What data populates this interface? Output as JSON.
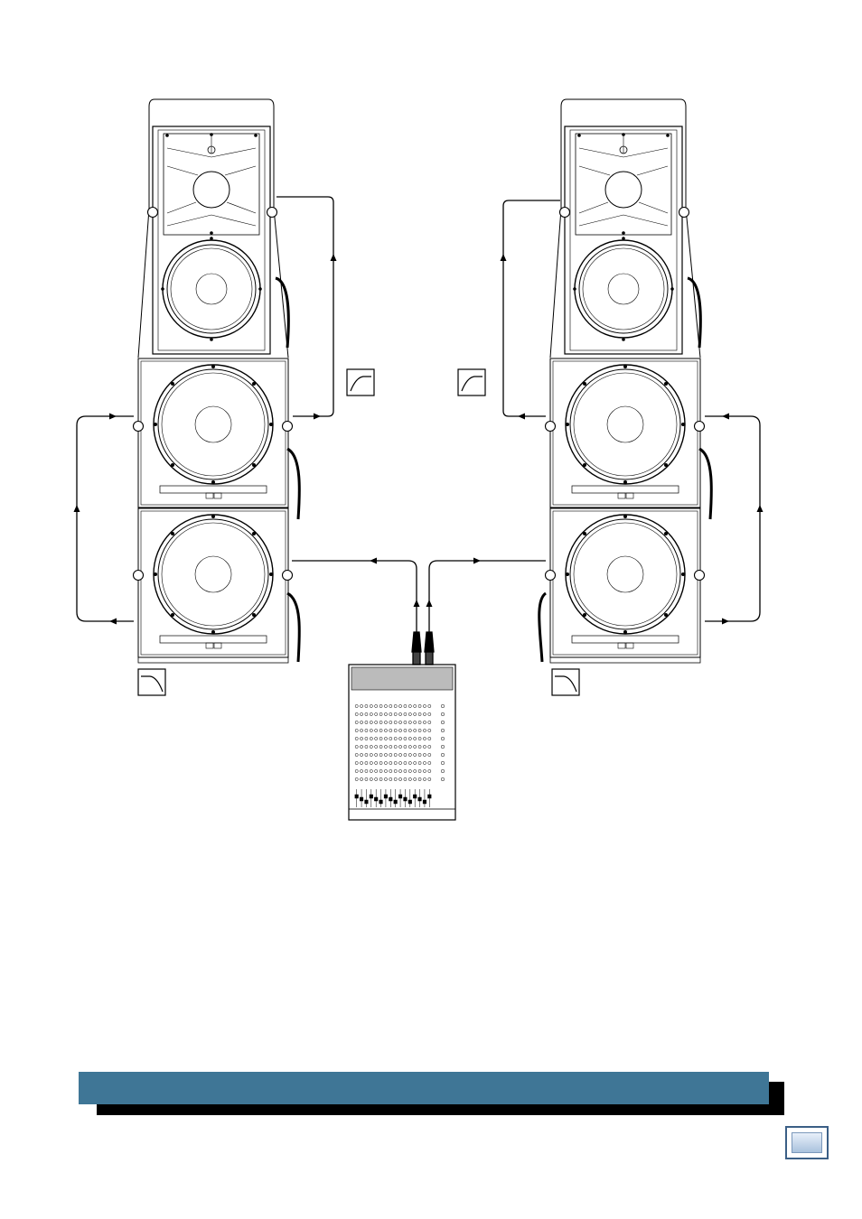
{
  "diagram": {
    "description_labels": [],
    "stacks": [
      {
        "name": "left",
        "components": [
          "top-cabinet",
          "upper-subwoofer",
          "lower-subwoofer"
        ]
      },
      {
        "name": "right",
        "components": [
          "top-cabinet",
          "upper-subwoofer",
          "lower-subwoofer"
        ]
      }
    ],
    "filter_icons": [
      {
        "name": "high-pass",
        "count": 2
      },
      {
        "name": "low-pass",
        "count": 2
      }
    ],
    "mixer": {
      "channels": 16
    }
  },
  "banner": {
    "color": "#3f7696",
    "text": ""
  },
  "page_badge": {
    "text": ""
  }
}
